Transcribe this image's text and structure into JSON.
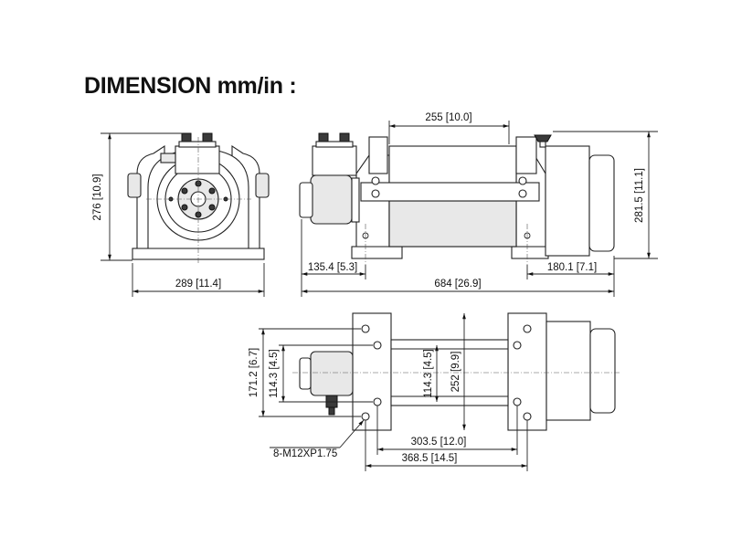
{
  "title": "DIMENSION mm/in :",
  "dimensions": {
    "front_height": "276 [10.9]",
    "front_width": "289 [11.4]",
    "drum_length": "255 [10.0]",
    "side_height": "281.5 [11.1]",
    "motor_offset": "135.4 [5.3]",
    "end_offset": "180.1 [7.1]",
    "overall_length": "684 [26.9]",
    "mount_171": "171.2 [6.7]",
    "mount_114_left": "114.3 [4.5]",
    "mount_114_mid": "114.3 [4.5]",
    "mount_252": "252 [9.9]",
    "bolt_303": "303.5 [12.0]",
    "bolt_368": "368.5 [14.5]",
    "bolt_spec": "8-M12XP1.75"
  }
}
